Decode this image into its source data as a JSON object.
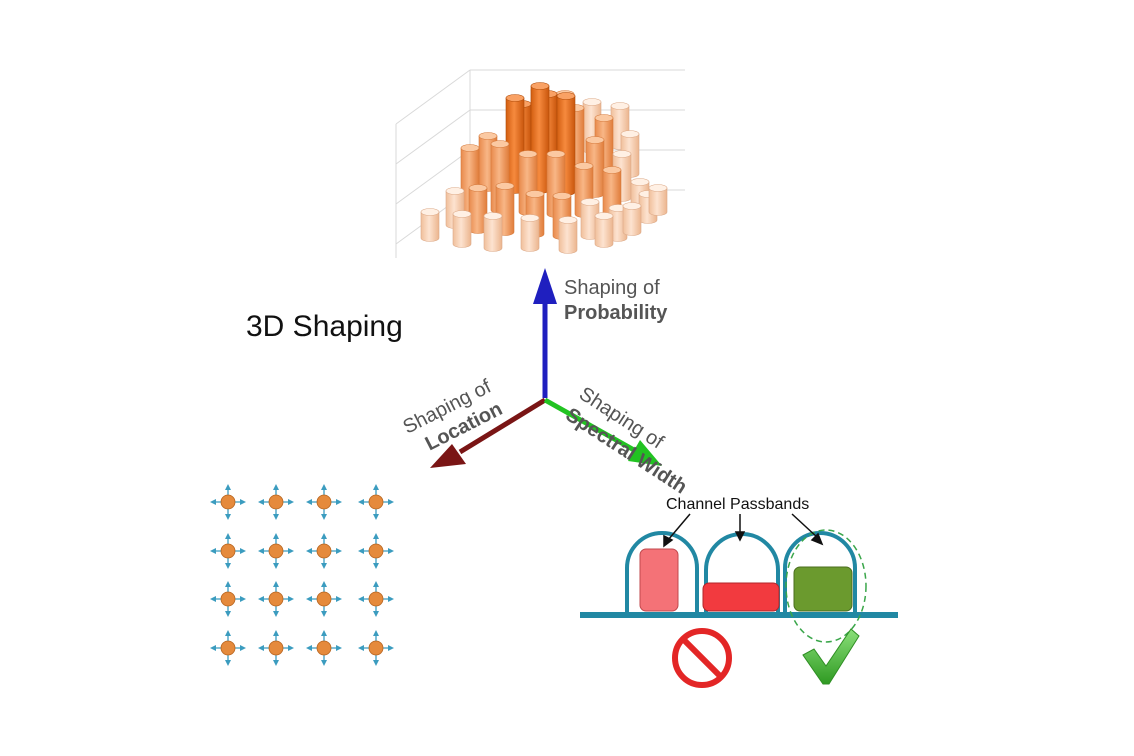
{
  "title": "3D Shaping",
  "axes": {
    "probability": {
      "line1": "Shaping of",
      "line2": "Probability",
      "color": "#1f1fbf",
      "icon": "arrow-up-icon"
    },
    "location": {
      "line1": "Shaping of",
      "line2": "Location",
      "color": "#7a1515",
      "icon": "arrow-down-left-icon"
    },
    "spectral": {
      "line1": "Shaping of",
      "line2": "Spectral Width",
      "color": "#22c322",
      "icon": "arrow-down-right-icon"
    }
  },
  "channel": {
    "label": "Channel Passbands",
    "baseline_color": "#2188a3",
    "blocks": [
      {
        "name": "narrow-pink-block",
        "color": "#f47277"
      },
      {
        "name": "wide-red-block",
        "color": "#f23a3f"
      },
      {
        "name": "green-block",
        "color": "#6b9a2e"
      }
    ],
    "reject_icon": "prohibited-icon",
    "accept_icon": "checkmark-icon"
  },
  "colors": {
    "bar_dark": "#f07b2b",
    "bar_mid": "#f5a56b",
    "bar_light": "#f9d3b5",
    "grid_point": "#e58a3c",
    "grid_arrow": "#3b9cbf",
    "reject": "#e32626",
    "accept": "#46b82e"
  }
}
